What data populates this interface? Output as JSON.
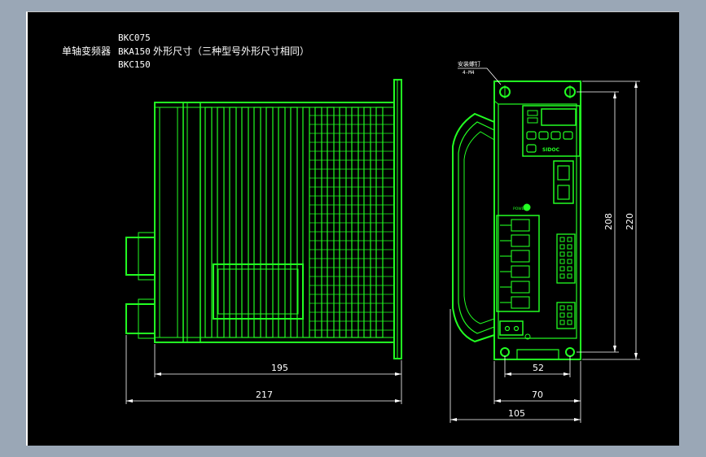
{
  "title": {
    "prefix": "单轴变频器",
    "model1": "BKC075",
    "model2": "BKA150",
    "model3": "BKC150",
    "caption": "外形尺寸（三种型号外形尺寸相同）"
  },
  "callout": {
    "line1": "安装螺钉",
    "line2": "4-M4"
  },
  "panel": {
    "brand": "SIDOC",
    "power_label": "POWER"
  },
  "dimensions": {
    "side_depth_body": "195",
    "side_depth_total": "217",
    "front_hole_span_h": "208",
    "front_height": "220",
    "front_hole_span_w": "52",
    "front_width": "70",
    "front_width_total": "105"
  },
  "colors": {
    "drawing": "#22ff22",
    "dimension": "#ffffff",
    "background": "#000000"
  }
}
